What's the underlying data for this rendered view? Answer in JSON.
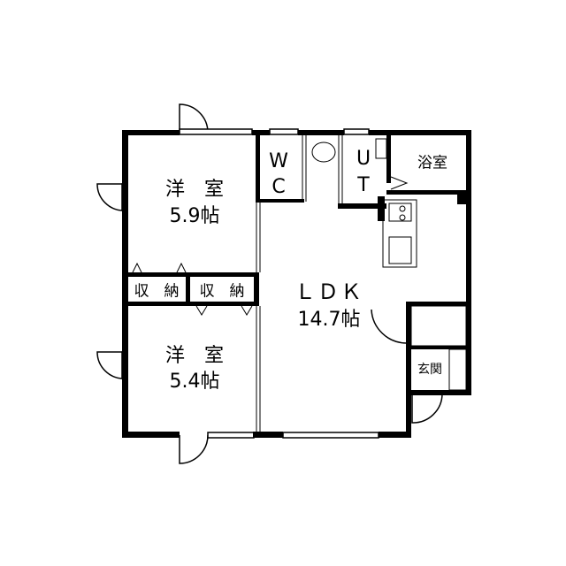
{
  "rooms": {
    "western1": {
      "name": "洋　室",
      "size": "5.9帖"
    },
    "western2": {
      "name": "洋　室",
      "size": "5.4帖"
    },
    "storage_left": "収　納",
    "storage_right": "収　納",
    "ldk": {
      "name": "ＬＤＫ",
      "size": "14.7帖"
    },
    "wc_w": "W",
    "wc_c": "C",
    "ut_u": "U",
    "ut_t": "T",
    "bath": "浴室",
    "entrance": "玄関"
  },
  "colors": {
    "wall": "#000000",
    "background": "#ffffff"
  }
}
